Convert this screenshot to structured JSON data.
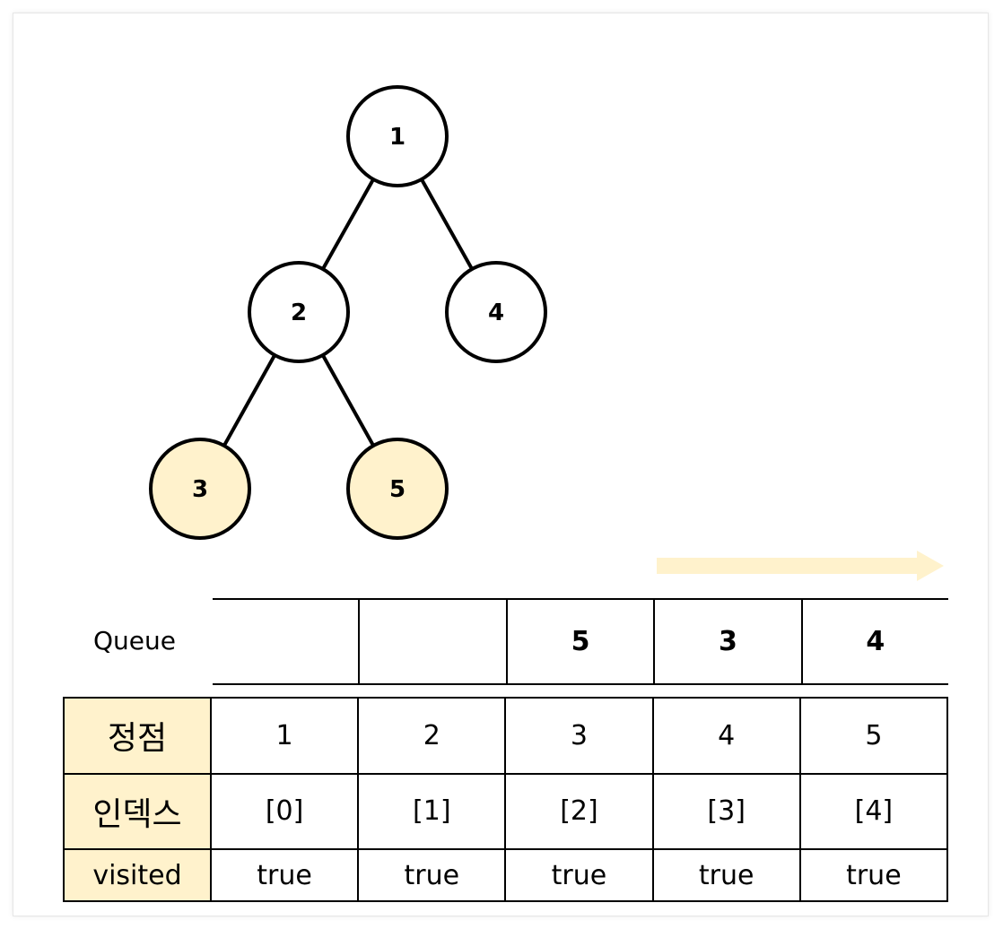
{
  "tree": {
    "nodes": [
      {
        "id": "1",
        "label": "1",
        "highlighted": false
      },
      {
        "id": "2",
        "label": "2",
        "highlighted": false
      },
      {
        "id": "4",
        "label": "4",
        "highlighted": false
      },
      {
        "id": "3",
        "label": "3",
        "highlighted": true
      },
      {
        "id": "5",
        "label": "5",
        "highlighted": true
      }
    ],
    "edges": [
      [
        "1",
        "2"
      ],
      [
        "1",
        "4"
      ],
      [
        "2",
        "3"
      ],
      [
        "2",
        "5"
      ]
    ]
  },
  "colors": {
    "highlight": "#fff2cc",
    "arrow": "#fff2cc",
    "node_fill": "#ffffff",
    "stroke": "#000000"
  },
  "queue": {
    "label": "Queue",
    "cells": [
      "",
      "",
      "5",
      "3",
      "4"
    ]
  },
  "table": {
    "rows": [
      {
        "header": "정점",
        "values": [
          "1",
          "2",
          "3",
          "4",
          "5"
        ]
      },
      {
        "header": "인덱스",
        "values": [
          "[0]",
          "[1]",
          "[2]",
          "[3]",
          "[4]"
        ]
      },
      {
        "header": "visited",
        "values": [
          "true",
          "true",
          "true",
          "true",
          "true"
        ]
      }
    ]
  }
}
